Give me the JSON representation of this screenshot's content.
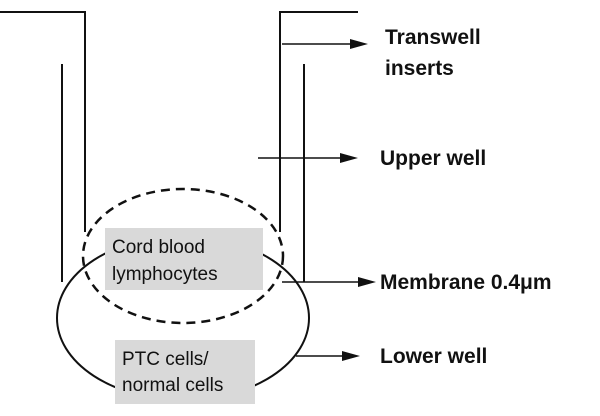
{
  "labels": {
    "transwell_line1": "Transwell",
    "transwell_line2": "inserts",
    "upper_well": "Upper well",
    "membrane": "Membrane 0.4μm",
    "lower_well": "Lower well"
  },
  "boxes": {
    "cord_line1": "Cord blood",
    "cord_line2": "lymphocytes",
    "ptc_line1": "PTC cells/",
    "ptc_line2": "normal cells"
  },
  "colors": {
    "line": "#111111",
    "box_fill": "#d9d9d9",
    "background": "#ffffff"
  }
}
